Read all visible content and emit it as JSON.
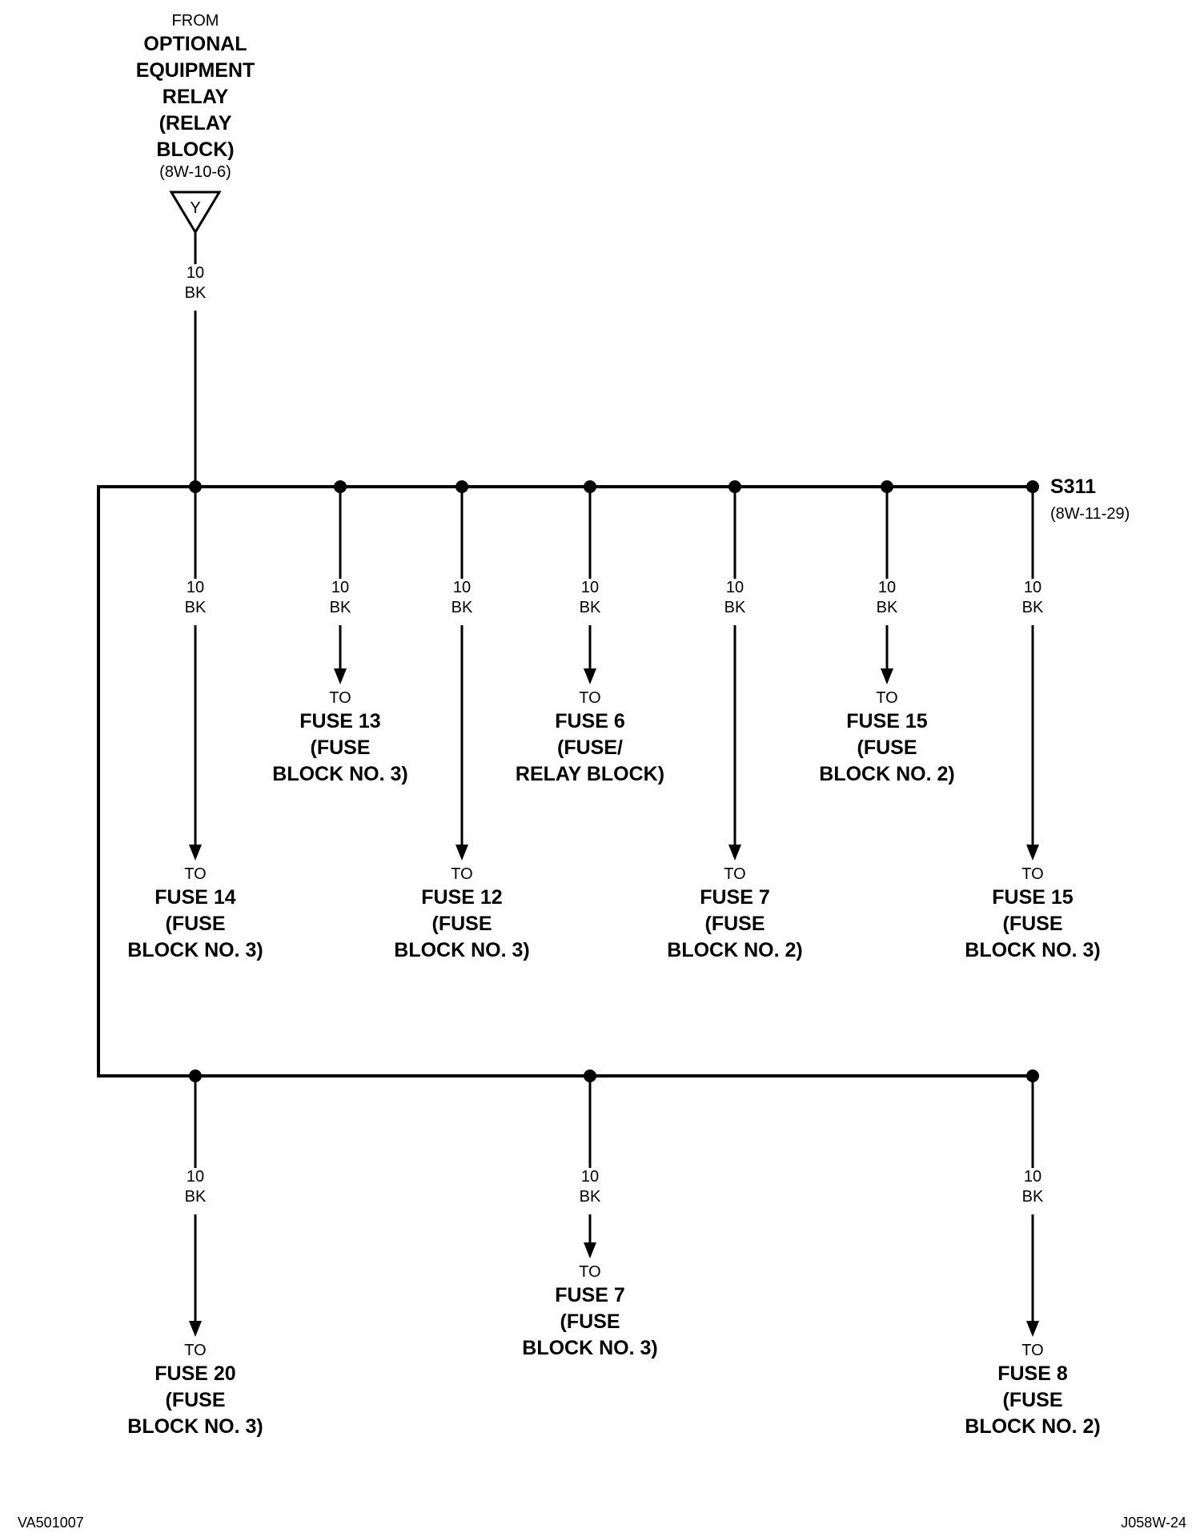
{
  "source": {
    "from": "FROM",
    "name_lines": [
      "OPTIONAL",
      "EQUIPMENT",
      "RELAY",
      "(RELAY",
      "BLOCK)"
    ],
    "ref": "(8W-10-6)",
    "connector_letter": "Y",
    "wire_gauge": "10",
    "wire_color": "BK"
  },
  "splice": {
    "name": "S311",
    "ref": "(8W-11-29)"
  },
  "top_branches": [
    {
      "gauge": "10",
      "color": "BK",
      "to": "TO",
      "dest_lines": [
        "FUSE 14",
        "(FUSE",
        "BLOCK NO. 3)"
      ]
    },
    {
      "gauge": "10",
      "color": "BK",
      "to": "TO",
      "dest_lines": [
        "FUSE 13",
        "(FUSE",
        "BLOCK NO. 3)"
      ]
    },
    {
      "gauge": "10",
      "color": "BK",
      "to": "TO",
      "dest_lines": [
        "FUSE 12",
        "(FUSE",
        "BLOCK NO. 3)"
      ]
    },
    {
      "gauge": "10",
      "color": "BK",
      "to": "TO",
      "dest_lines": [
        "FUSE 6",
        "(FUSE/",
        "RELAY BLOCK)"
      ]
    },
    {
      "gauge": "10",
      "color": "BK",
      "to": "TO",
      "dest_lines": [
        "FUSE 7",
        "(FUSE",
        "BLOCK NO. 2)"
      ]
    },
    {
      "gauge": "10",
      "color": "BK",
      "to": "TO",
      "dest_lines": [
        "FUSE 15",
        "(FUSE",
        "BLOCK NO. 2)"
      ]
    },
    {
      "gauge": "10",
      "color": "BK",
      "to": "TO",
      "dest_lines": [
        "FUSE 15",
        "(FUSE",
        "BLOCK NO. 3)"
      ]
    }
  ],
  "bottom_branches": [
    {
      "gauge": "10",
      "color": "BK",
      "to": "TO",
      "dest_lines": [
        "FUSE 20",
        "(FUSE",
        "BLOCK NO. 3)"
      ]
    },
    {
      "gauge": "10",
      "color": "BK",
      "to": "TO",
      "dest_lines": [
        "FUSE 7",
        "(FUSE",
        "BLOCK NO. 3)"
      ]
    },
    {
      "gauge": "10",
      "color": "BK",
      "to": "TO",
      "dest_lines": [
        "FUSE 8",
        "(FUSE",
        "BLOCK NO. 2)"
      ]
    }
  ],
  "footer": {
    "left_code": "VA501007",
    "right_code": "J058W-24"
  }
}
